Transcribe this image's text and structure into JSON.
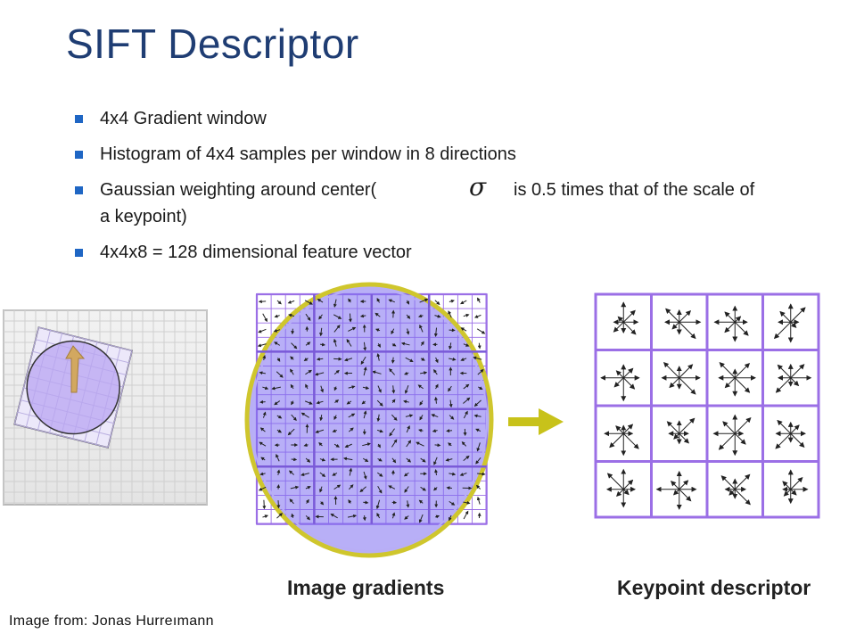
{
  "slide": {
    "title": "SIFT Descriptor",
    "bullets": [
      {
        "text": "4x4 Gradient window"
      },
      {
        "text": "Histogram of 4x4 samples per window in 8 directions"
      },
      {
        "text_a": "Gaussian weighting around center(",
        "symbol": "σ",
        "text_b": "is 0.5 times that of the scale of",
        "text_c": "a keypoint)"
      },
      {
        "text": "4x4x8 = 128 dimensional feature vector"
      }
    ],
    "captions": {
      "left": "Image gradients",
      "right": "Keypoint descriptor"
    },
    "credit": "Image from: Jonas Hurreımann"
  },
  "colors": {
    "title": "#1f3d73",
    "bullet": "#1f66c4",
    "grid_purple": "#9b6fe6",
    "circle_fill": "#8a78f0",
    "circle_outline": "#c9c227",
    "arrow_yellow": "#c8c21a",
    "orientation_arrow": "#d2a860"
  }
}
